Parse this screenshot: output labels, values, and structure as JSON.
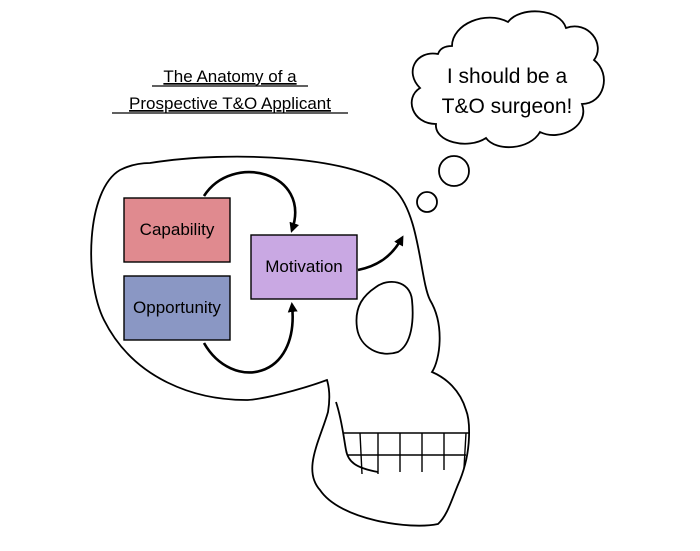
{
  "title": {
    "line1": "The Anatomy of a",
    "line2": "Prospective T&O Applicant"
  },
  "boxes": {
    "capability": {
      "label": "Capability",
      "fill": "#e08a8f"
    },
    "opportunity": {
      "label": "Opportunity",
      "fill": "#8a97c4"
    },
    "motivation": {
      "label": "Motivation",
      "fill": "#c9a8e3"
    }
  },
  "thought": {
    "line1": "I should be a",
    "line2": "T&O surgeon!"
  }
}
